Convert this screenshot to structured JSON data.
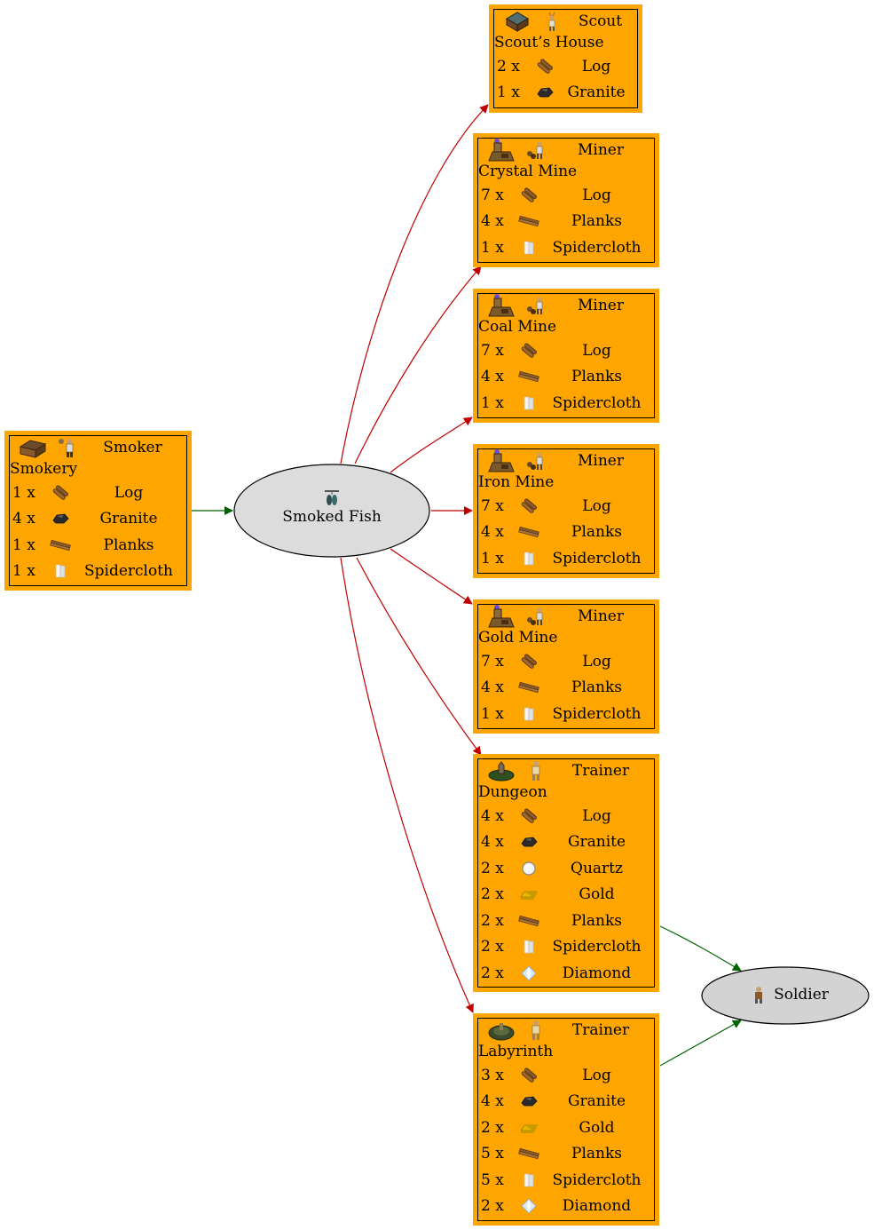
{
  "colors": {
    "building_fill": "#FFA500",
    "ware_fill": "#DCDCDC",
    "worker_fill": "#D3D3D3",
    "produce_edge": "#006400",
    "consume_edge": "#C00000"
  },
  "producer": {
    "building": "Smokery",
    "worker": "Smoker",
    "icon": "smokery-building-icon",
    "worker_icon": "smoker-worker-icon",
    "costs": [
      {
        "qty": "1 x",
        "ware": "Log",
        "icon": "log-icon"
      },
      {
        "qty": "4 x",
        "ware": "Granite",
        "icon": "granite-icon"
      },
      {
        "qty": "1 x",
        "ware": "Planks",
        "icon": "planks-icon"
      },
      {
        "qty": "1 x",
        "ware": "Spidercloth",
        "icon": "spidercloth-icon"
      }
    ]
  },
  "ware": {
    "name": "Smoked Fish",
    "icon": "smoked-fish-icon"
  },
  "consumers": [
    {
      "building": "Scout’s House",
      "worker": "Scout",
      "icon": "scouts-house-building-icon",
      "worker_icon": "scout-worker-icon",
      "costs": [
        {
          "qty": "2 x",
          "ware": "Log",
          "icon": "log-icon"
        },
        {
          "qty": "1 x",
          "ware": "Granite",
          "icon": "granite-icon"
        }
      ]
    },
    {
      "building": "Crystal Mine",
      "worker": "Miner",
      "icon": "mine-building-icon",
      "worker_icon": "miner-worker-icon",
      "costs": [
        {
          "qty": "7 x",
          "ware": "Log",
          "icon": "log-icon"
        },
        {
          "qty": "4 x",
          "ware": "Planks",
          "icon": "planks-icon"
        },
        {
          "qty": "1 x",
          "ware": "Spidercloth",
          "icon": "spidercloth-icon"
        }
      ]
    },
    {
      "building": "Coal Mine",
      "worker": "Miner",
      "icon": "mine-building-icon",
      "worker_icon": "miner-worker-icon",
      "costs": [
        {
          "qty": "7 x",
          "ware": "Log",
          "icon": "log-icon"
        },
        {
          "qty": "4 x",
          "ware": "Planks",
          "icon": "planks-icon"
        },
        {
          "qty": "1 x",
          "ware": "Spidercloth",
          "icon": "spidercloth-icon"
        }
      ]
    },
    {
      "building": "Iron Mine",
      "worker": "Miner",
      "icon": "mine-building-icon",
      "worker_icon": "miner-worker-icon",
      "costs": [
        {
          "qty": "7 x",
          "ware": "Log",
          "icon": "log-icon"
        },
        {
          "qty": "4 x",
          "ware": "Planks",
          "icon": "planks-icon"
        },
        {
          "qty": "1 x",
          "ware": "Spidercloth",
          "icon": "spidercloth-icon"
        }
      ]
    },
    {
      "building": "Gold Mine",
      "worker": "Miner",
      "icon": "mine-building-icon",
      "worker_icon": "miner-worker-icon",
      "costs": [
        {
          "qty": "7 x",
          "ware": "Log",
          "icon": "log-icon"
        },
        {
          "qty": "4 x",
          "ware": "Planks",
          "icon": "planks-icon"
        },
        {
          "qty": "1 x",
          "ware": "Spidercloth",
          "icon": "spidercloth-icon"
        }
      ]
    },
    {
      "building": "Dungeon",
      "worker": "Trainer",
      "icon": "dungeon-building-icon",
      "worker_icon": "trainer-worker-icon",
      "costs": [
        {
          "qty": "4 x",
          "ware": "Log",
          "icon": "log-icon"
        },
        {
          "qty": "4 x",
          "ware": "Granite",
          "icon": "granite-icon"
        },
        {
          "qty": "2 x",
          "ware": "Quartz",
          "icon": "quartz-icon"
        },
        {
          "qty": "2 x",
          "ware": "Gold",
          "icon": "gold-icon"
        },
        {
          "qty": "2 x",
          "ware": "Planks",
          "icon": "planks-icon"
        },
        {
          "qty": "2 x",
          "ware": "Spidercloth",
          "icon": "spidercloth-icon"
        },
        {
          "qty": "2 x",
          "ware": "Diamond",
          "icon": "diamond-icon"
        }
      ]
    },
    {
      "building": "Labyrinth",
      "worker": "Trainer",
      "icon": "labyrinth-building-icon",
      "worker_icon": "trainer-worker-icon",
      "costs": [
        {
          "qty": "3 x",
          "ware": "Log",
          "icon": "log-icon"
        },
        {
          "qty": "4 x",
          "ware": "Granite",
          "icon": "granite-icon"
        },
        {
          "qty": "2 x",
          "ware": "Gold",
          "icon": "gold-icon"
        },
        {
          "qty": "5 x",
          "ware": "Planks",
          "icon": "planks-icon"
        },
        {
          "qty": "5 x",
          "ware": "Spidercloth",
          "icon": "spidercloth-icon"
        },
        {
          "qty": "2 x",
          "ware": "Diamond",
          "icon": "diamond-icon"
        }
      ]
    }
  ],
  "output_worker": {
    "name": "Soldier",
    "icon": "soldier-icon"
  }
}
